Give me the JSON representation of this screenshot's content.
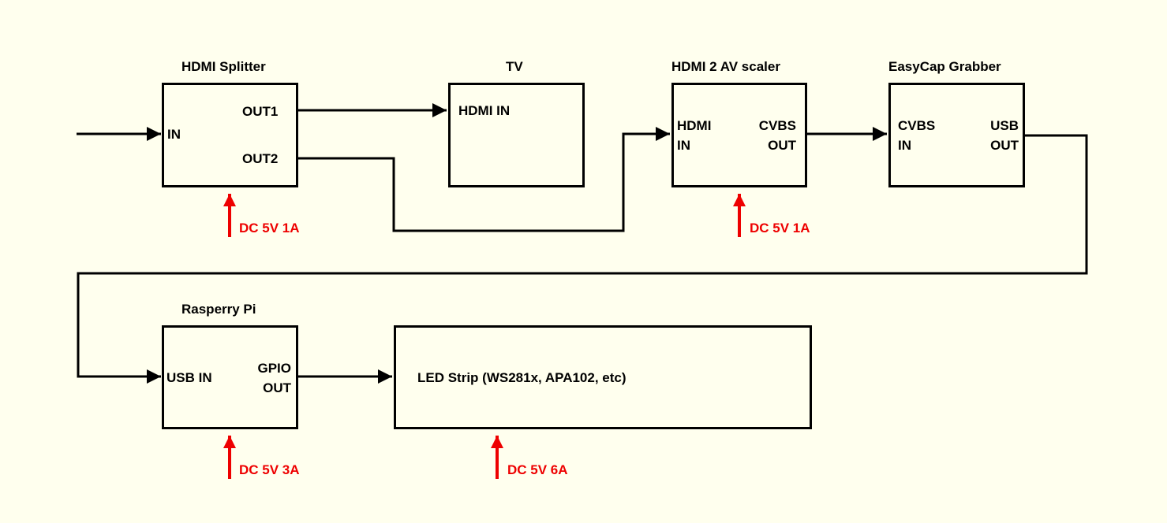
{
  "diagram": {
    "colors": {
      "background": "#FFFFEE",
      "line": "#000000",
      "power": "#EE0000",
      "text": "#000000"
    },
    "nodes": {
      "hdmi_splitter": {
        "title": "HDMI Splitter",
        "port_in": "IN",
        "port_out1": "OUT1",
        "port_out2": "OUT2",
        "power": "DC 5V 1A"
      },
      "tv": {
        "title": "TV",
        "port_hdmi_in": "HDMI IN"
      },
      "hdmi2av_scaler": {
        "title": "HDMI 2 AV scaler",
        "port_hdmi_in": "HDMI\nIN",
        "port_cvbs_out": "CVBS\nOUT",
        "power": "DC 5V 1A"
      },
      "easycap_grabber": {
        "title": "EasyCap Grabber",
        "port_cvbs_in": "CVBS\nIN",
        "port_usb_out": "USB\nOUT"
      },
      "raspberry_pi": {
        "title": "Rasperry Pi",
        "port_usb_in": "USB IN",
        "port_gpio_out": "GPIO\nOUT",
        "power": "DC 5V 3A"
      },
      "led_strip": {
        "label": "LED Strip (WS281x, APA102, etc)",
        "power": "DC 5V 6A"
      }
    }
  }
}
